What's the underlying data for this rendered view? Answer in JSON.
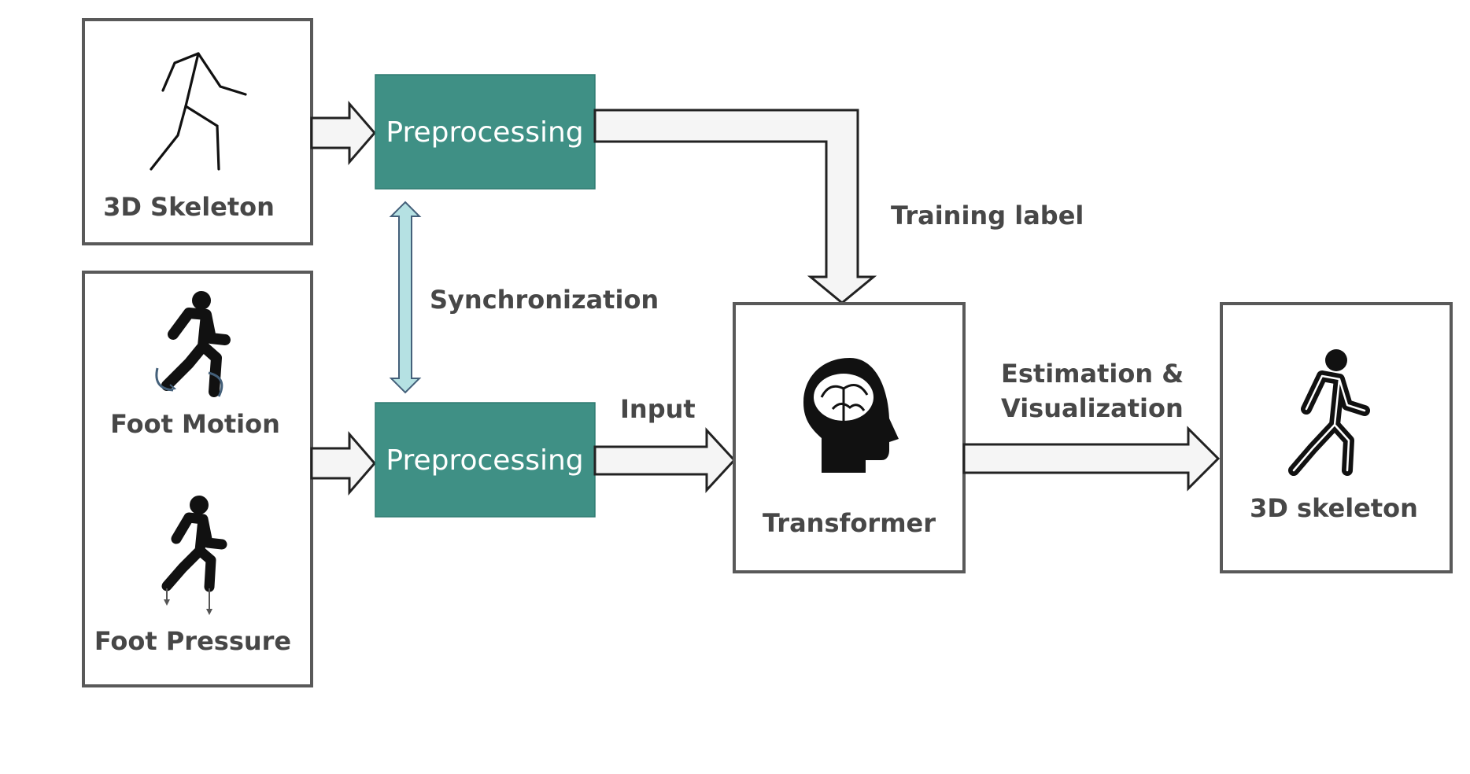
{
  "nodes": {
    "skeleton_input": {
      "label": "3D Skeleton"
    },
    "foot_motion": {
      "label": "Foot Motion"
    },
    "foot_pressure": {
      "label": "Foot Pressure"
    },
    "preprocess_top": {
      "label": "Preprocessing"
    },
    "preprocess_bottom": {
      "label": "Preprocessing"
    },
    "transformer": {
      "label": "Transformer"
    },
    "skeleton_output": {
      "label": "3D skeleton"
    }
  },
  "edges": {
    "training_label": "Training label",
    "synchronization": "Synchronization",
    "input": "Input",
    "estimation_line1": "Estimation &",
    "estimation_line2": "Visualization"
  },
  "colors": {
    "box_border": "#595959",
    "preprocess_fill": "#3f9085",
    "sync_arrow_fill": "#b5e1e3",
    "label_text": "#474747"
  },
  "icons": {
    "skeleton_input": "stick-figure-icon",
    "foot_motion": "walking-person-rotation-icon",
    "foot_pressure": "walking-person-pressure-icon",
    "transformer": "brain-head-icon",
    "skeleton_output": "walking-skeleton-icon"
  }
}
